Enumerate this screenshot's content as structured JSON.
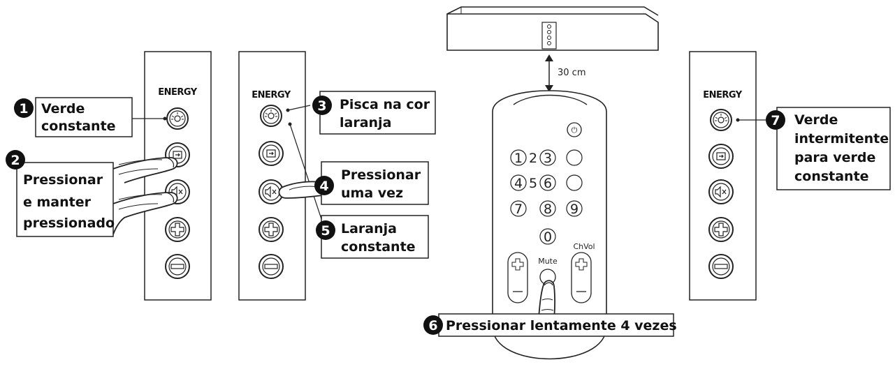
{
  "brand": "ENERGY",
  "distance": "30 cm",
  "steps": [
    {
      "num": "1",
      "line1": "Verde",
      "line2": "constante"
    },
    {
      "num": "2",
      "line1": "Pressionar",
      "line2": "e manter",
      "line3": "pressionado"
    },
    {
      "num": "3",
      "line1": "Pisca na cor",
      "line2": "laranja"
    },
    {
      "num": "4",
      "line1": "Pressionar",
      "line2": "uma vez"
    },
    {
      "num": "5",
      "line1": "Laranja",
      "line2": "constante"
    },
    {
      "num": "6",
      "line1": "Pressionar lentamente 4 vezes"
    },
    {
      "num": "7",
      "line1": "Verde",
      "line2": "intermitente",
      "line3": "para verde",
      "line4": "constante"
    }
  ],
  "remote": {
    "keys": [
      "1",
      "2",
      "3",
      "4",
      "5",
      "6",
      "7",
      "8",
      "9",
      "0"
    ],
    "mute_label": "Mute",
    "chvol_label": "ChVol",
    "power_glyph": "⏻"
  },
  "icons": [
    "light-icon",
    "input-icon",
    "mute-icon",
    "plus-icon",
    "minus-icon",
    "power-icon",
    "finger-icon"
  ]
}
